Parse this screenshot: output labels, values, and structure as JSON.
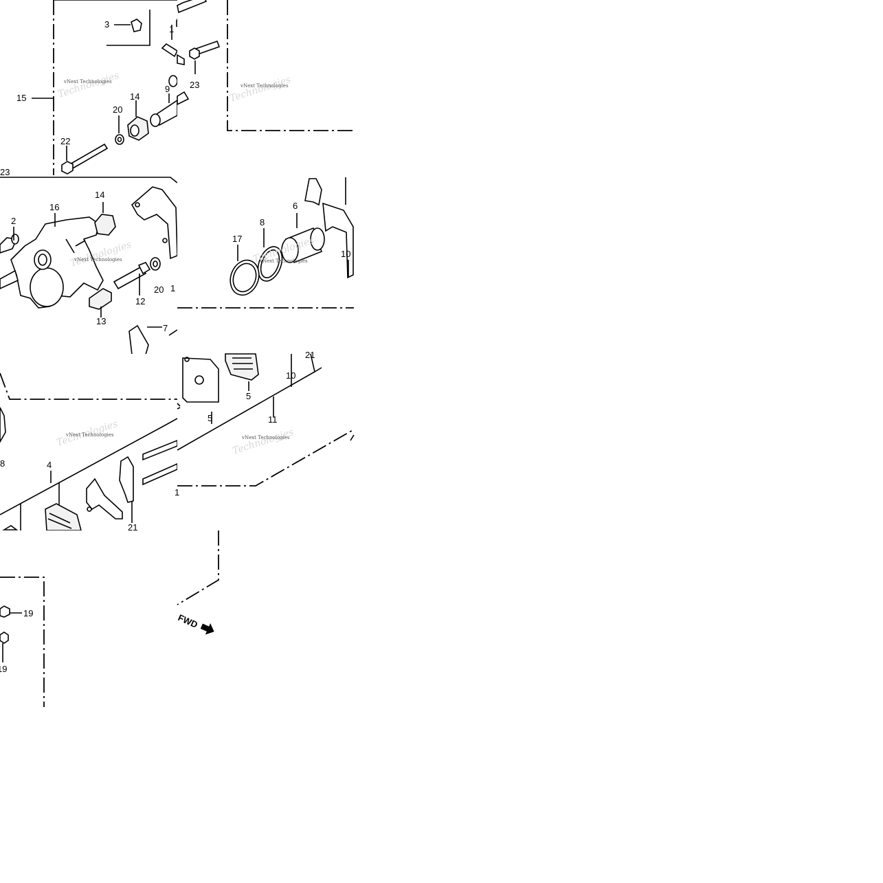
{
  "watermark": "vNext Technologies",
  "forward_marker": "FWD",
  "callouts": {
    "t1": [
      "3",
      "1",
      "15",
      "14",
      "9",
      "20",
      "23",
      "22",
      "23"
    ],
    "t2": [
      "2",
      "16",
      "14",
      "20",
      "12",
      "13",
      "7",
      "1"
    ],
    "t3": [
      "6",
      "8",
      "17",
      "10"
    ],
    "t4": [
      "8",
      "4",
      "21"
    ],
    "t5": [
      "5",
      "5",
      "10",
      "11",
      "21",
      "1"
    ],
    "t6": [
      "19",
      "19"
    ]
  }
}
